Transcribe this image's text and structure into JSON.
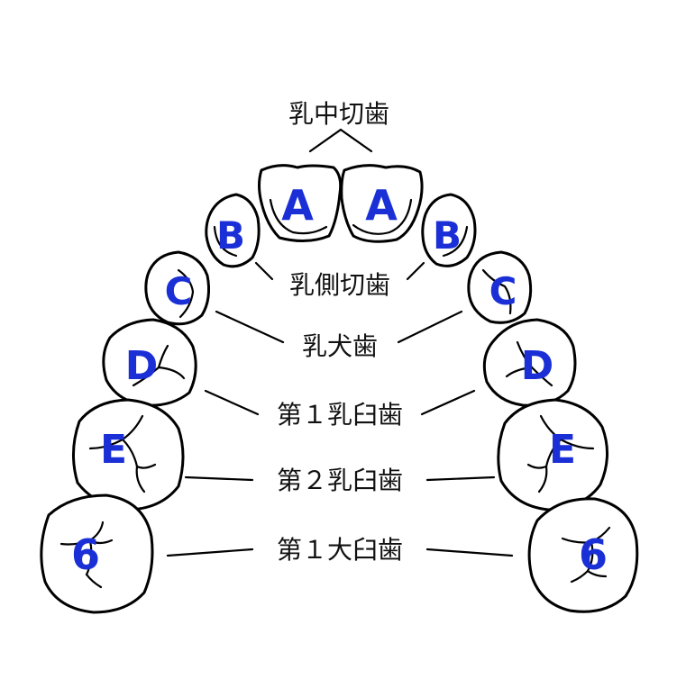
{
  "colors": {
    "letter": "#1a2fd6",
    "outline": "#000000",
    "label_text": "#111111",
    "background": "#ffffff"
  },
  "labels": {
    "central_incisor": "乳中切歯",
    "lateral_incisor": "乳側切歯",
    "canine": "乳犬歯",
    "first_molar": "第１乳臼歯",
    "second_molar": "第２乳臼歯",
    "first_permanent_molar": "第１大臼歯"
  },
  "teeth": {
    "central_left": "A",
    "central_right": "A",
    "lateral_left": "B",
    "lateral_right": "B",
    "canine_left": "C",
    "canine_right": "C",
    "first_molar_left": "D",
    "first_molar_right": "D",
    "second_molar_left": "E",
    "second_molar_right": "E",
    "permanent_molar_left": "6",
    "permanent_molar_right": "6"
  }
}
